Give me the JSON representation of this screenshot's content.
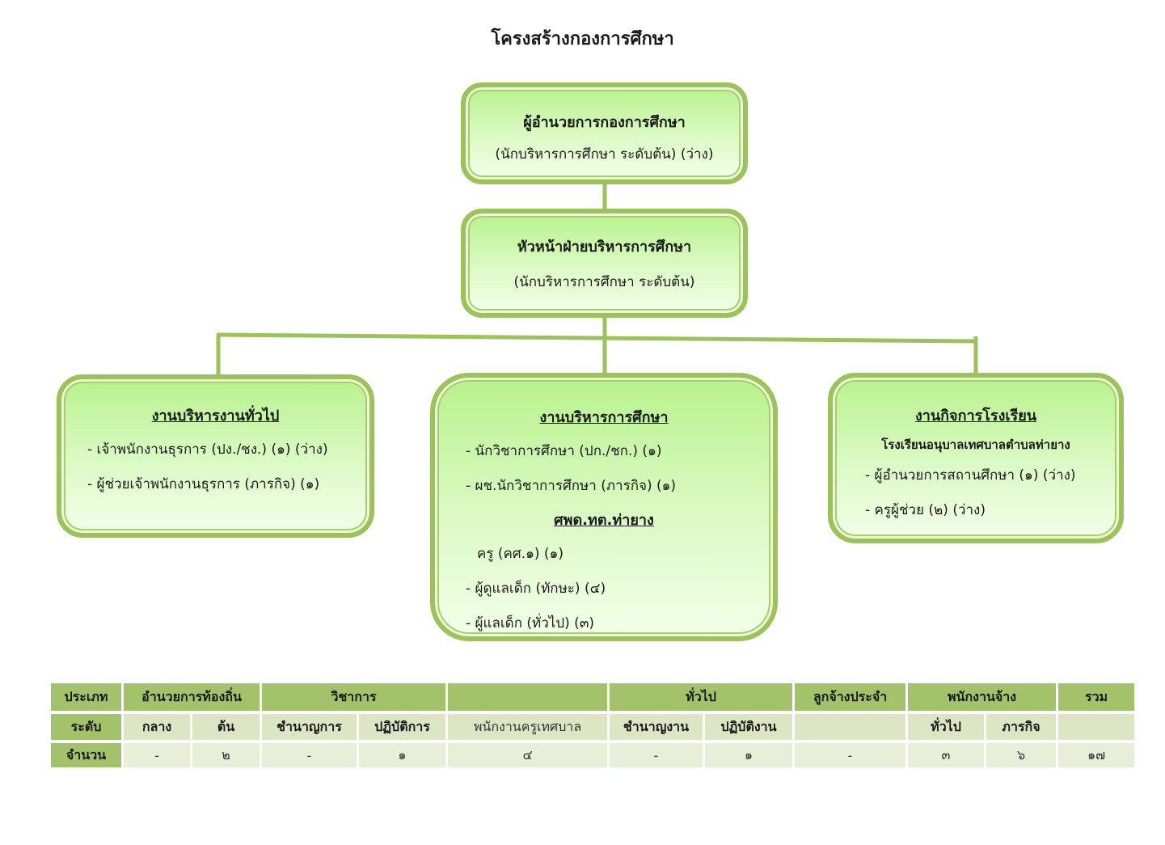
{
  "title": "โครงสร้างกองการศึกษา",
  "director": {
    "title": "ผู้อำนวยการกองการศึกษา",
    "subtitle": "(นักบริหารการศึกษา ระดับต้น) (ว่าง)"
  },
  "head": {
    "title": "หัวหน้าฝ่ายบริหารการศึกษา",
    "subtitle": "(นักบริหารการศึกษา  ระดับต้น)"
  },
  "general_admin": {
    "title": "งานบริหารงานทั่วไป",
    "items": [
      "- เจ้าพนักงานธุรการ (ปง./ชง.) (๑) (ว่าง)",
      "- ผู้ช่วยเจ้าพนักงานธุรการ (ภารกิจ) (๑)"
    ]
  },
  "education_admin": {
    "title": "งานบริหารการศึกษา",
    "items": [
      "- นักวิชาการศึกษา (ปก./ชก.) (๑)",
      "- ผช.นักวิชาการศึกษา (ภารกิจ) (๑)"
    ],
    "center_title": "ศพด.ทต.ท่ายาง",
    "center_items": [
      "ครู (คศ.๑) (๑)",
      "- ผู้ดูแลเด็ก (ทักษะ) (๔)",
      "- ผู้แลเด็ก (ทั่วไป) (๓)"
    ]
  },
  "school_affairs": {
    "title": "งานกิจการโรงเรียน",
    "subtitle": "โรงเรียนอนุบาลเทศบาลตำบลท่ายาง",
    "items": [
      "- ผู้อำนวยการสถานศึกษา (๑) (ว่าง)",
      "- ครูผู้ช่วย (๒) (ว่าง)"
    ]
  },
  "summary": {
    "row_labels": [
      "ประเภท",
      "ระดับ",
      "จำนวน"
    ],
    "types": [
      "อำนวยการท้องถิ่น",
      "วิชาการ",
      "",
      "ทั่วไป",
      "ลูกจ้างประจำ",
      "พนักงานจ้าง",
      "รวม"
    ],
    "levels": [
      "กลาง",
      "ต้น",
      "ชำนาญการ",
      "ปฏิบัติการ",
      "พนักงานครูเทศบาล",
      "ชำนาญงาน",
      "ปฏิบัติงาน",
      "",
      "ทั่วไป",
      "ภารกิจ",
      ""
    ],
    "counts": [
      "-",
      "๒",
      "-",
      "๑",
      "๔",
      "-",
      "๑",
      "-",
      "๓",
      "๖",
      "๑๗"
    ]
  },
  "colors": {
    "box_border": "#9cc25a",
    "box_fill_top": "#b8f28c",
    "box_fill_bottom": "#f3ffe9",
    "header_row": "#a3c36a",
    "level_row": "#dde6c4",
    "count_row": "#e8eed8"
  }
}
